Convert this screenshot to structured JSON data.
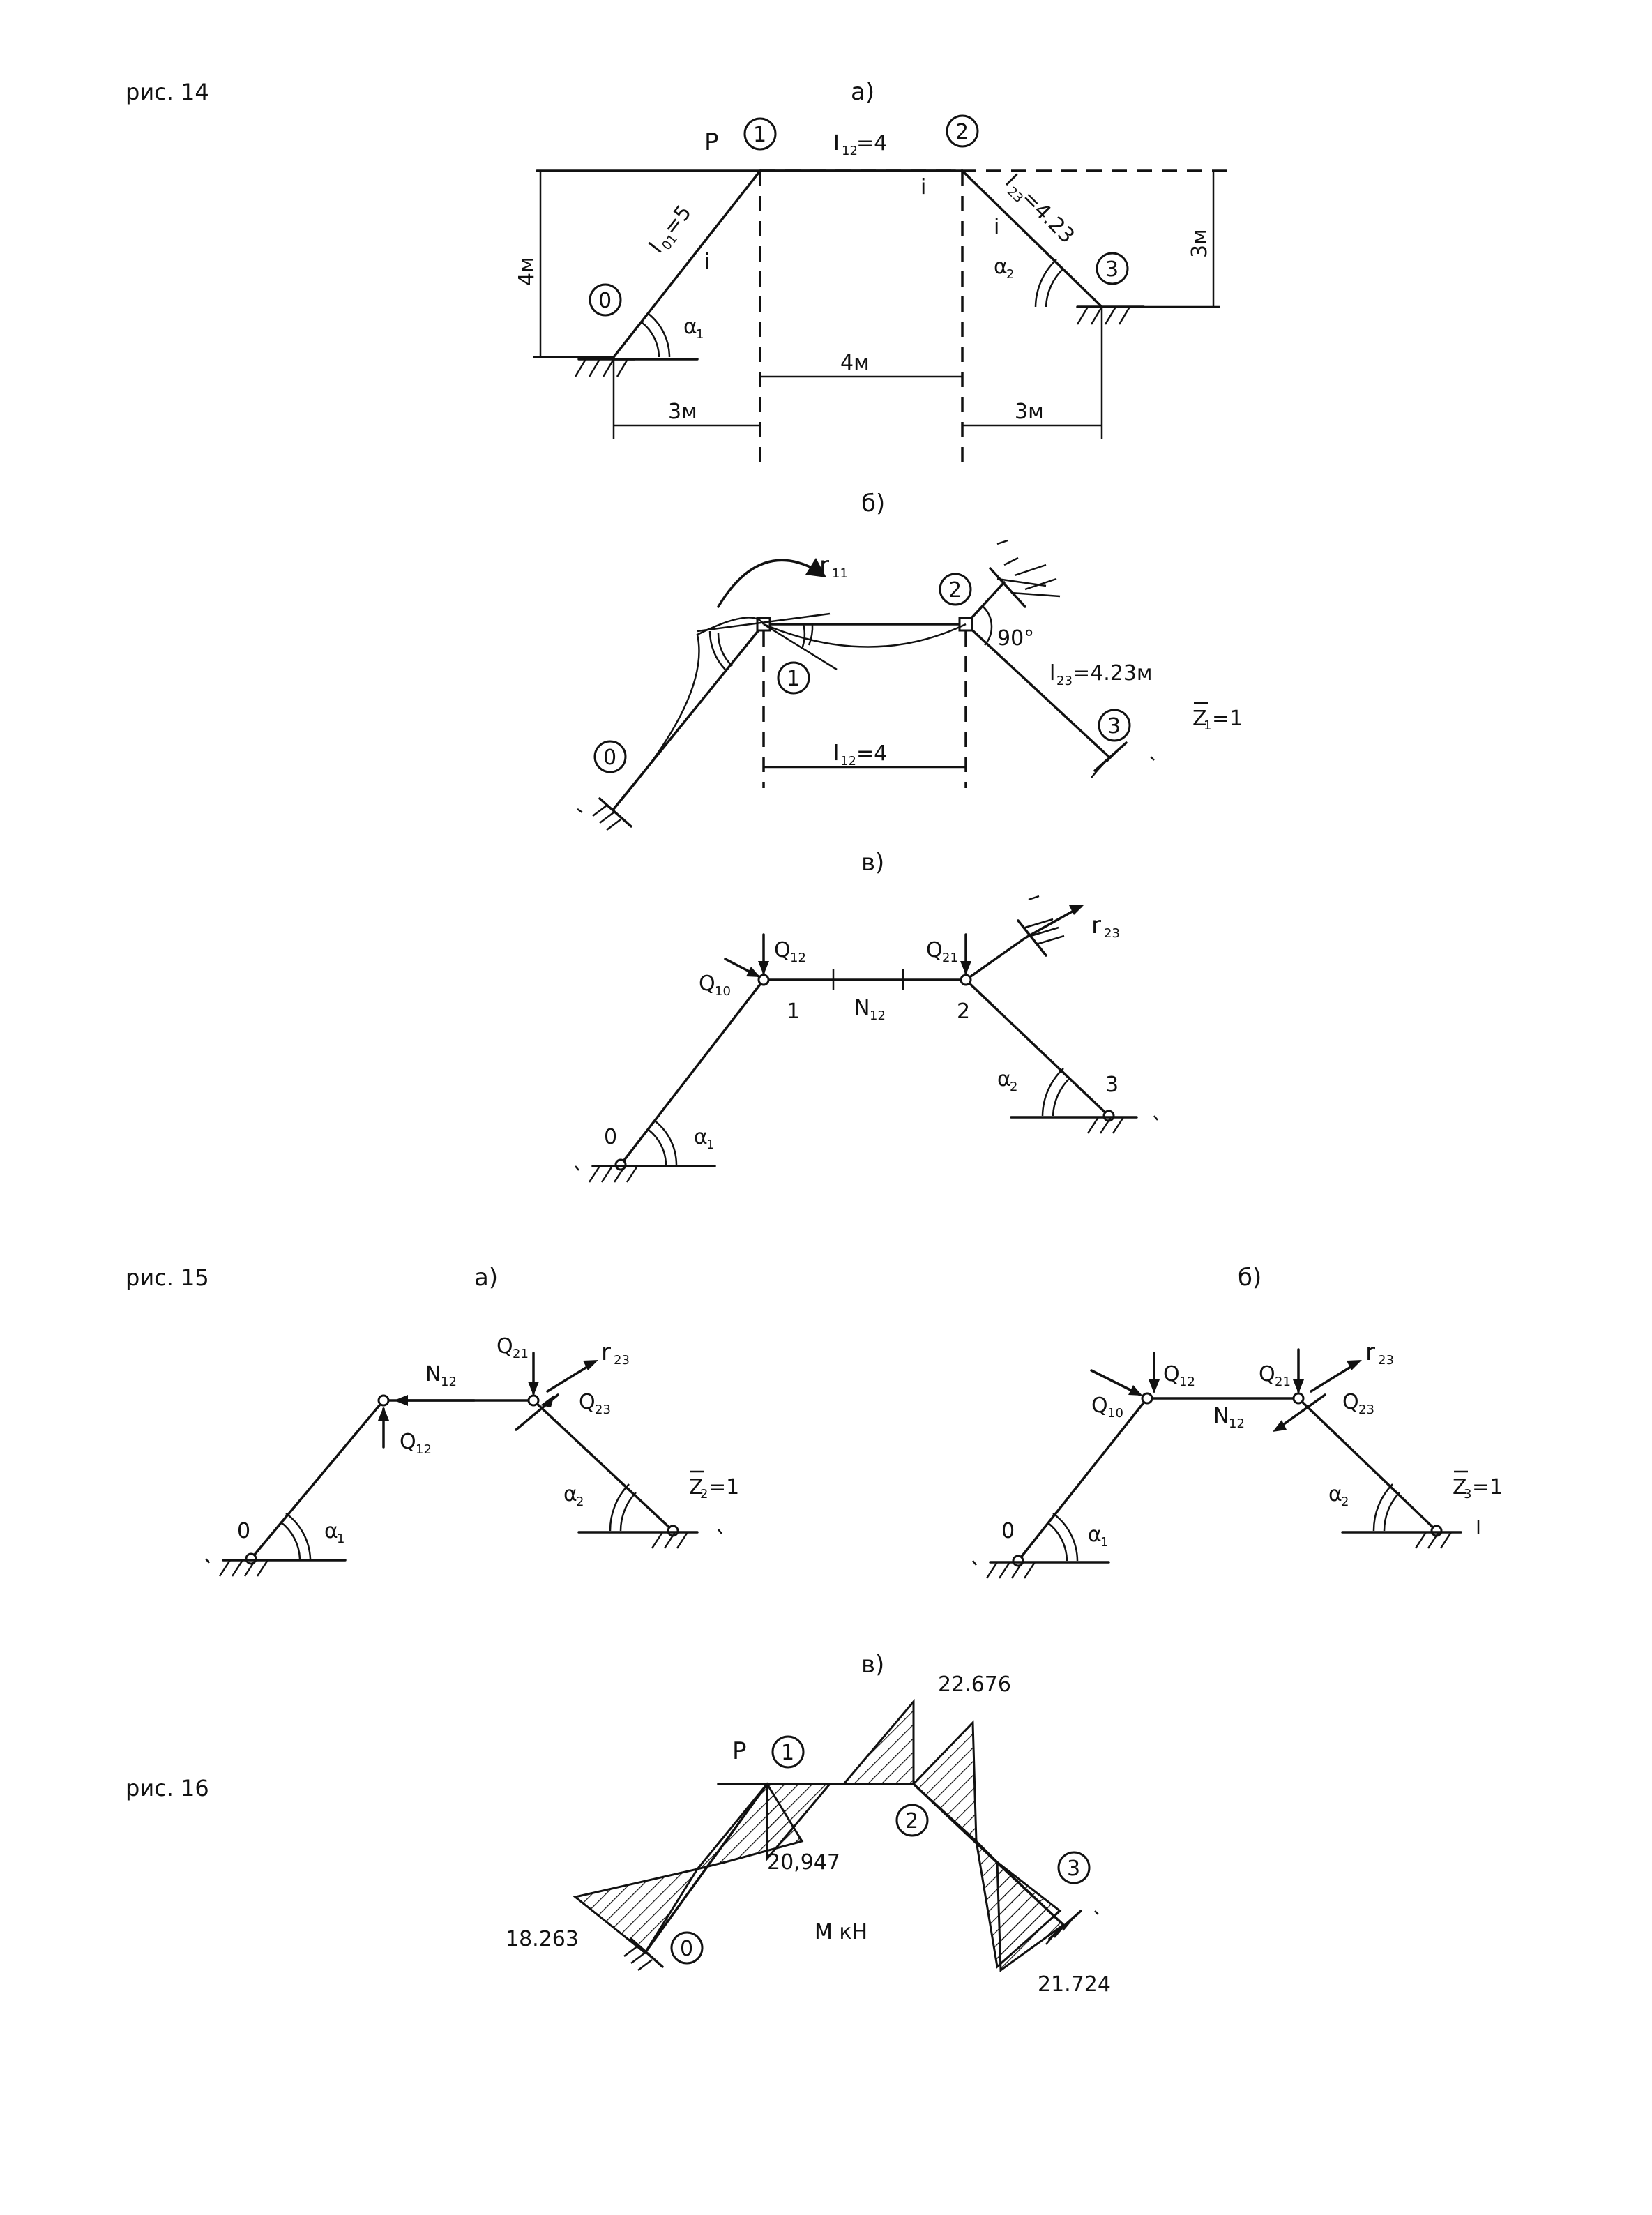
{
  "figures": {
    "fig14": "рис. 14",
    "fig15": "рис. 15",
    "fig16": "рис. 16"
  },
  "parts": {
    "a": "а)",
    "b": "б)",
    "v": "в)"
  },
  "nodes": {
    "n0": "0",
    "n1": "1",
    "n2": "2",
    "n3": "3"
  },
  "loads": {
    "P": "P",
    "r11": "r",
    "r11_sub": "11",
    "r23": "r",
    "r23_sub": "23",
    "Z1": "Z",
    "Z1_sub": "1",
    "Z1_eq": "=1",
    "Z2": "Z",
    "Z2_sub": "2",
    "Z3": "Z",
    "Z3_sub": "3",
    "angle90": "90°"
  },
  "forces": {
    "Q": "Q",
    "N": "N",
    "s10": "10",
    "s12": "12",
    "s21": "21",
    "s23": "23"
  },
  "stiffness": {
    "I01": "I",
    "I01_sub": "01",
    "I01_val": "=5",
    "I12": "I",
    "I12_sub": "12",
    "I12_val": "=4",
    "I23": "I",
    "I23_sub": "23",
    "I23_val": "=4.23",
    "l12": "l",
    "l12_sub": "12",
    "l12_val": "=4",
    "l23": "l",
    "l23_sub": "23",
    "l23_val": "=4.23м",
    "i": "i"
  },
  "dims": {
    "d4m_left": "4м",
    "d3m_right_v": "3м",
    "d4m_mid": "4м",
    "d3m_left": "3м",
    "d3m_right": "3м"
  },
  "angles": {
    "a1": "α",
    "a1_sub": "1",
    "a2": "α",
    "a2_sub": "2"
  },
  "moments": {
    "m1": "22.676",
    "m2": "20,947",
    "m3": "18.263",
    "m4": "21.724",
    "unit": "M  кН"
  }
}
